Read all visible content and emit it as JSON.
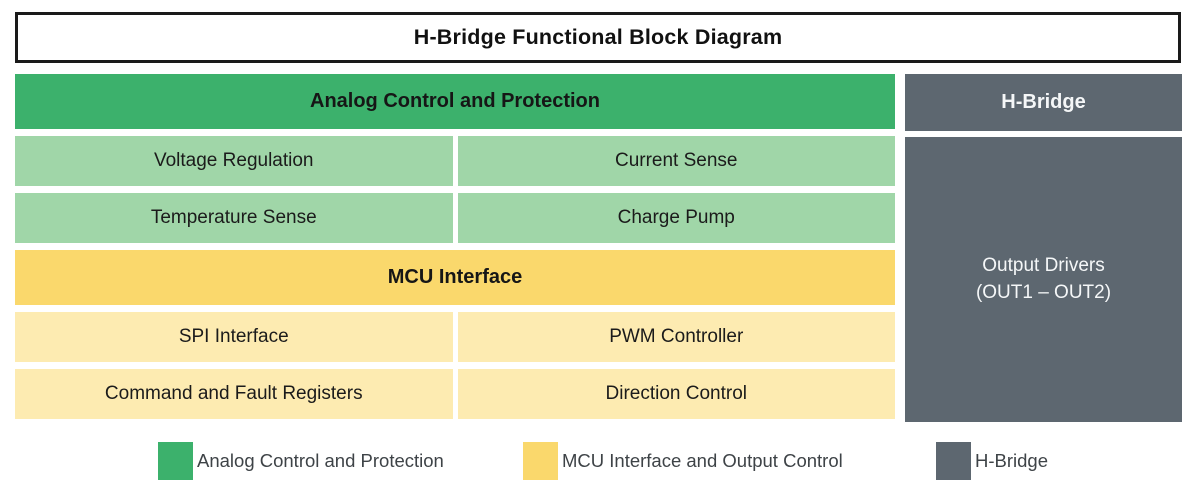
{
  "title": "H-Bridge Functional Block Diagram",
  "colors": {
    "green": "#3CB16C",
    "light_green": "#A0D6A8",
    "yellow": "#FAD86C",
    "light_yellow": "#FDEBB1",
    "gray": "#5D6770"
  },
  "left_panel": {
    "analog_header": "Analog Control and Protection",
    "analog_cells": [
      "Voltage Regulation",
      "Current Sense",
      "Temperature Sense",
      "Charge Pump"
    ],
    "mcu_header": "MCU Interface",
    "mcu_cells": [
      "SPI Interface",
      "PWM Controller",
      "Command and Fault Registers",
      "Direction Control"
    ]
  },
  "right_panel": {
    "header": "H-Bridge",
    "block_line1": "Output Drivers",
    "block_line2": "(OUT1 – OUT2)"
  },
  "legend": [
    {
      "label": "Analog Control and Protection",
      "color": "#3CB16C"
    },
    {
      "label": "MCU Interface and Output Control",
      "color": "#FAD86C"
    },
    {
      "label": "H-Bridge",
      "color": "#5D6770"
    }
  ]
}
